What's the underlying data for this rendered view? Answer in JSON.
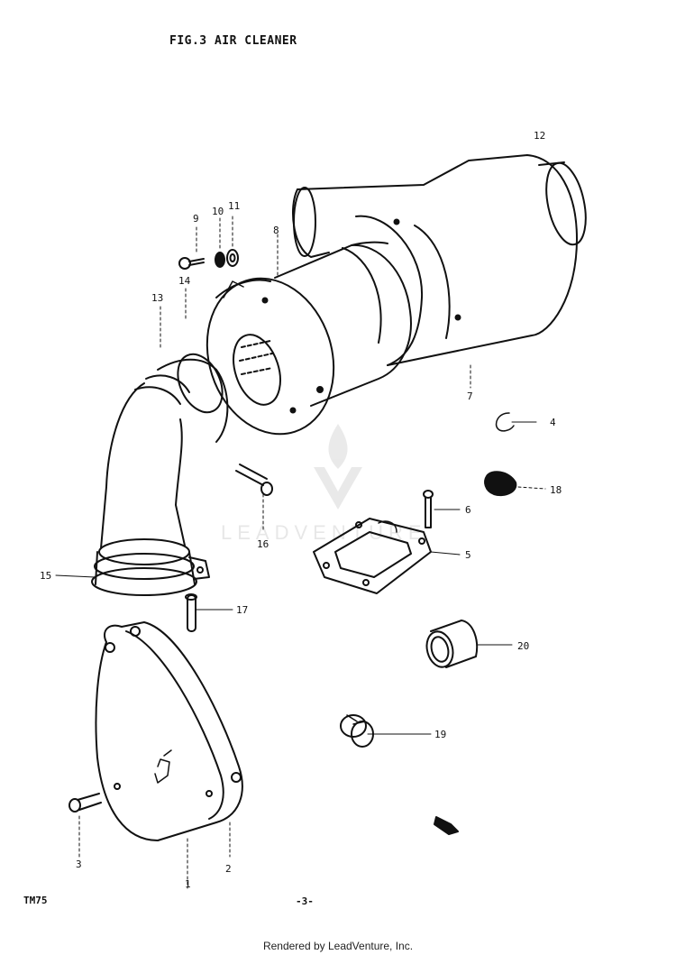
{
  "header": {
    "title": "FIG.3  AIR CLEANER"
  },
  "footer": {
    "model": "TM75",
    "page_number": "-3-",
    "rendered_by": "Rendered by LeadVenture, Inc."
  },
  "watermark": {
    "text": "LEADVENTURE"
  },
  "callouts": [
    {
      "id": "c1",
      "label": "1"
    },
    {
      "id": "c2",
      "label": "2"
    },
    {
      "id": "c3",
      "label": "3"
    },
    {
      "id": "c4",
      "label": "4"
    },
    {
      "id": "c5",
      "label": "5"
    },
    {
      "id": "c6",
      "label": "6"
    },
    {
      "id": "c7",
      "label": "7"
    },
    {
      "id": "c8",
      "label": "8"
    },
    {
      "id": "c9",
      "label": "9"
    },
    {
      "id": "c10",
      "label": "10"
    },
    {
      "id": "c11",
      "label": "11"
    },
    {
      "id": "c12",
      "label": "12"
    },
    {
      "id": "c13",
      "label": "13"
    },
    {
      "id": "c14",
      "label": "14"
    },
    {
      "id": "c15",
      "label": "15"
    },
    {
      "id": "c16",
      "label": "16"
    },
    {
      "id": "c17",
      "label": "17"
    },
    {
      "id": "c18",
      "label": "18"
    },
    {
      "id": "c19",
      "label": "19"
    },
    {
      "id": "c20",
      "label": "20"
    }
  ]
}
